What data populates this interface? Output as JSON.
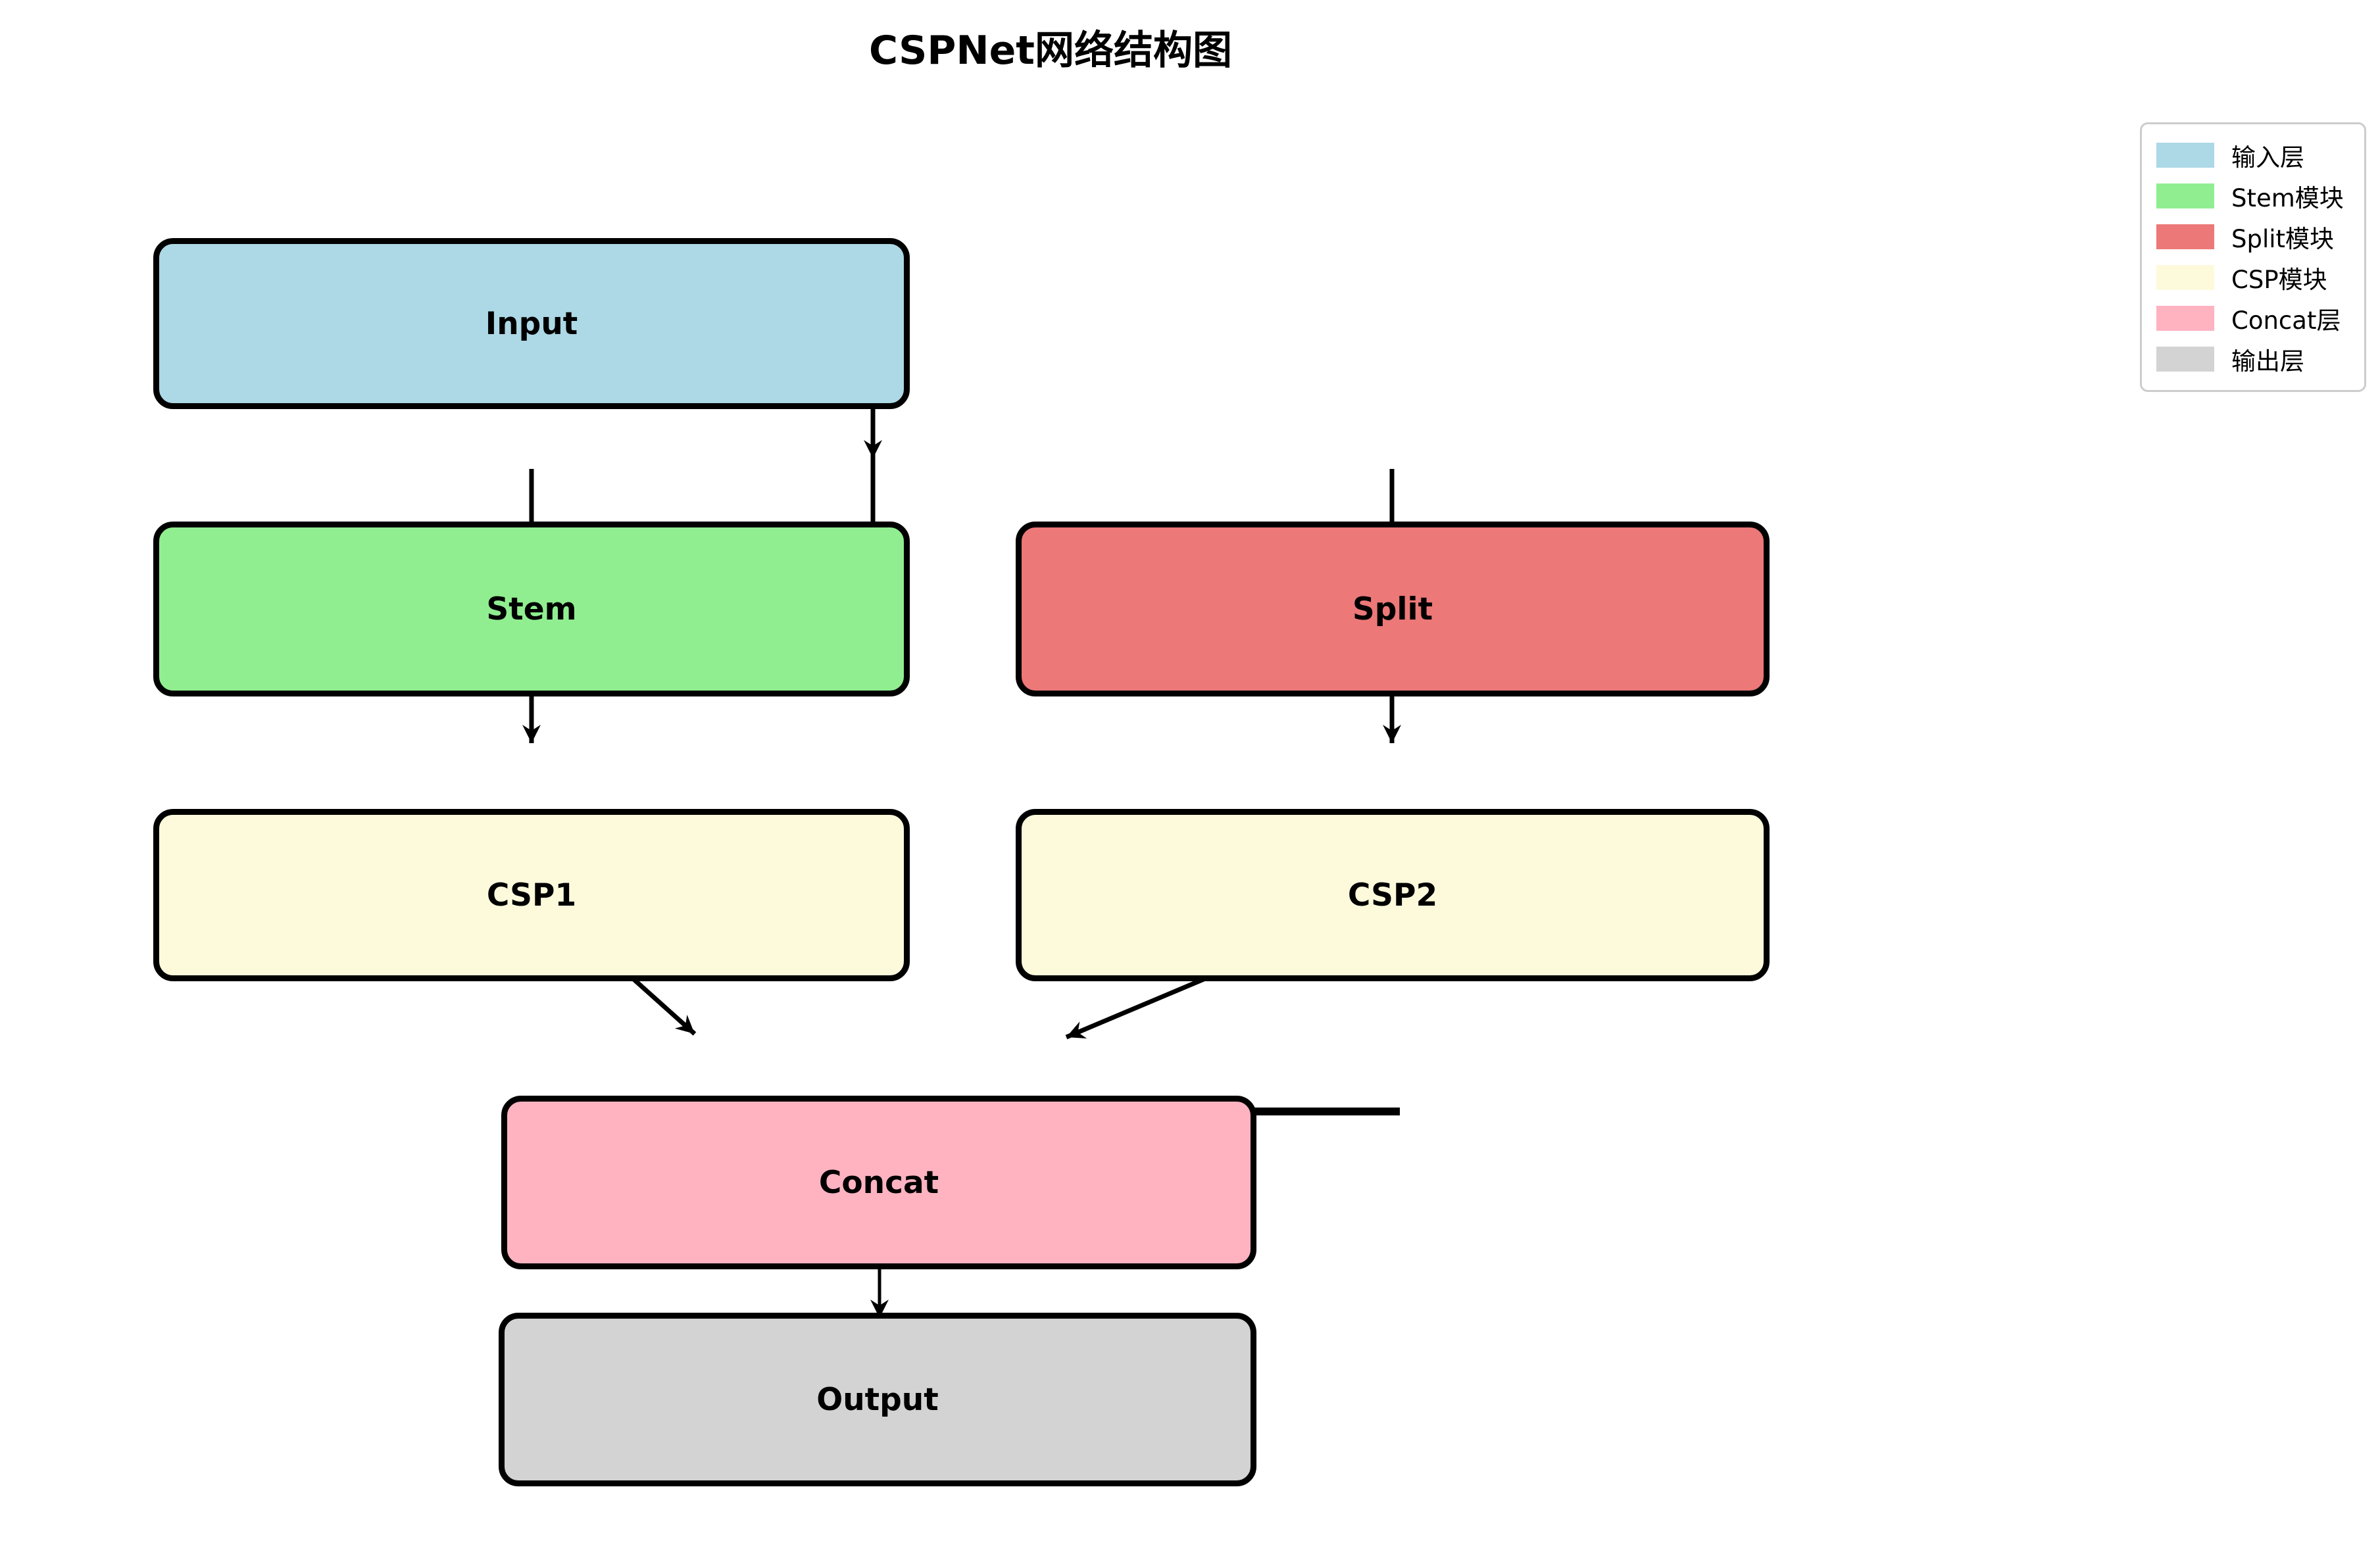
{
  "title": "CSPNet网络结构图",
  "nodes": [
    {
      "id": "input",
      "label": "Input",
      "color": "#ADD8E6"
    },
    {
      "id": "stem",
      "label": "Stem",
      "color": "#90EE90"
    },
    {
      "id": "split",
      "label": "Split",
      "color": "#EC7878"
    },
    {
      "id": "csp1",
      "label": "CSP1",
      "color": "#FDFADC"
    },
    {
      "id": "csp2",
      "label": "CSP2",
      "color": "#FDFADC"
    },
    {
      "id": "concat",
      "label": "Concat",
      "color": "#FFB3C1"
    },
    {
      "id": "output",
      "label": "Output",
      "color": "#D3D3D3"
    }
  ],
  "legend": {
    "items": [
      {
        "label": "输入层",
        "color": "#ADD8E6"
      },
      {
        "label": "Stem模块",
        "color": "#90EE90"
      },
      {
        "label": "Split模块",
        "color": "#EC7878"
      },
      {
        "label": "CSP模块",
        "color": "#FDFADC"
      },
      {
        "label": "Concat层",
        "color": "#FFB3C1"
      },
      {
        "label": "输出层",
        "color": "#D3D3D3"
      }
    ]
  },
  "colors": {
    "arrow": "#000000",
    "node_border": "#000000",
    "legend_border": "#CCCCCC",
    "background": "#FFFFFF",
    "title_text": "#000000"
  }
}
